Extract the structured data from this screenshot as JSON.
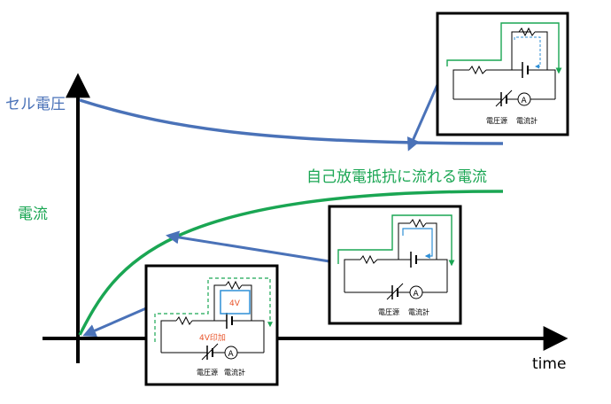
{
  "labels": {
    "cell_voltage": "セル電圧",
    "current": "電流",
    "self_discharge": "自己放電抵抗に流れる電流",
    "time": "time"
  },
  "insets": [
    {
      "voltage_source": "電圧源",
      "ammeter": "電流計",
      "ammeter_symbol": "A"
    },
    {
      "voltage_source": "電圧源",
      "ammeter": "電流計",
      "ammeter_symbol": "A"
    },
    {
      "voltage_source": "電圧源",
      "ammeter": "電流計",
      "ammeter_symbol": "A",
      "cell_voltage_tag": "4V",
      "applied_tag": "4V印加"
    }
  ],
  "colors": {
    "voltage_curve": "#4a72b8",
    "current_curve": "#1aa653",
    "arrow": "#4a72b8",
    "axes": "#000000",
    "tag_red": "#e8542a",
    "highlight_blue": "#2f8fd6"
  }
}
